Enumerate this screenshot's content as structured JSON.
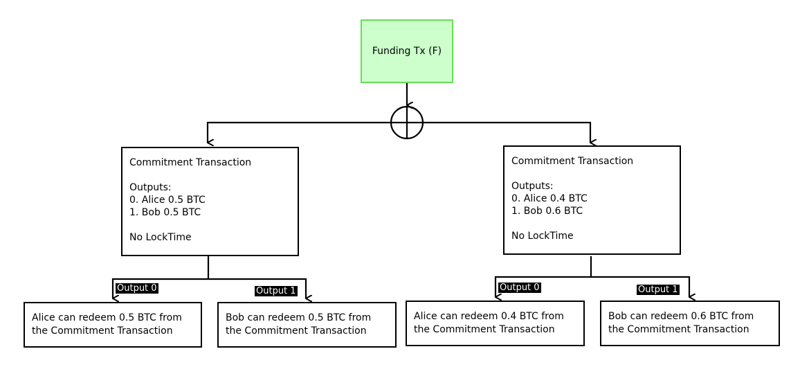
{
  "funding": {
    "label": "Funding Tx (F)"
  },
  "commitments": [
    {
      "title": "Commitment Transaction",
      "outputs_heading": "Outputs:",
      "output_lines": [
        "0. Alice 0.5 BTC",
        "1. Bob 0.5 BTC"
      ],
      "locktime": "No LockTime",
      "branches": [
        {
          "tag": "Output 0",
          "line1": "Alice can redeem 0.5 BTC from",
          "line2": "the Commitment Transaction"
        },
        {
          "tag": "Output 1",
          "line1": "Bob can redeem 0.5 BTC from",
          "line2": "the Commitment Transaction"
        }
      ]
    },
    {
      "title": "Commitment Transaction",
      "outputs_heading": "Outputs:",
      "output_lines": [
        "0. Alice 0.4 BTC",
        "1. Bob 0.6 BTC"
      ],
      "locktime": "No LockTime",
      "branches": [
        {
          "tag": "Output 0",
          "line1": "Alice can redeem 0.4 BTC from",
          "line2": "the Commitment Transaction"
        },
        {
          "tag": "Output 1",
          "line1": "Bob can redeem 0.6 BTC from",
          "line2": "the Commitment Transaction"
        }
      ]
    }
  ],
  "colors": {
    "funding_fill": "#ccffcc",
    "funding_border": "#66dd55",
    "lines": "#000000"
  }
}
